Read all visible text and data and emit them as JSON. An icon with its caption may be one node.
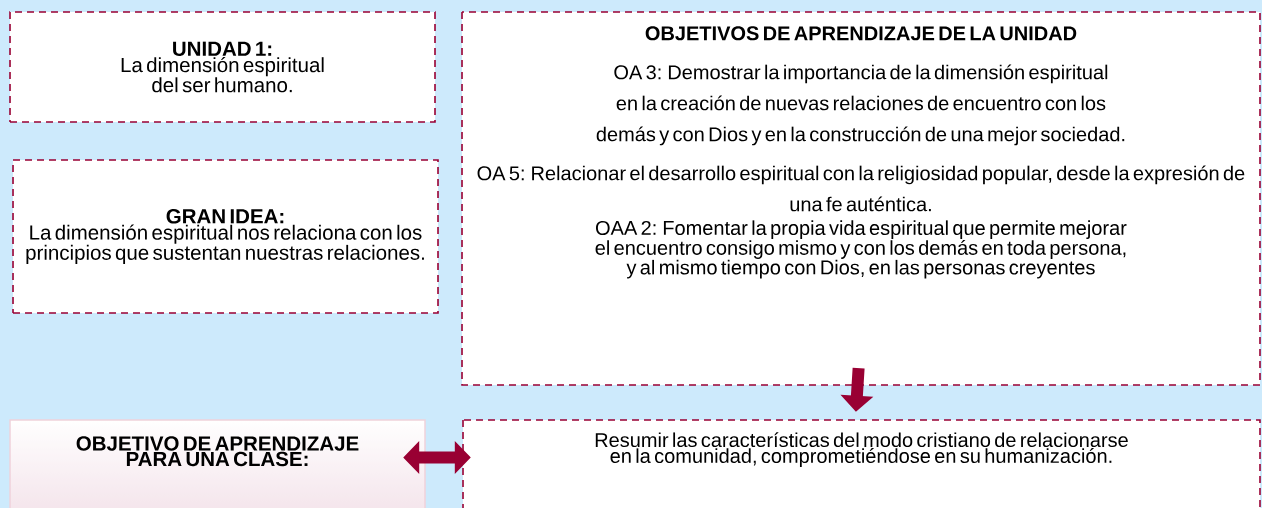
{
  "diagram": {
    "nodes": [
      {
        "text": [
          "UNIDAD 1:",
          "La dimensión espiritual del ser humano."
        ]
      },
      {
        "text": [
          "GRAN IDEA:",
          "La dimensión espiritual nos relaciona con los principios que sustentan nuestras relaciones."
        ]
      },
      {
        "text": [
          "OBJETIVOS DE APRENDIZAJE DE LA UNIDAD",
          "OA 3: Demostrar la importancia de la dimensión espiritual en la creación de nuevas relaciones de encuentro con los demás y con Dios y en la construcción de una mejor sociedad.",
          "OA 5: Relacionar el desarrollo espiritual con la religiosidad popular, desde la expresión de una fe auténtica.",
          "OAA 2: Fomentar la propia vida espiritual que permite mejorar el encuentro consigo mismo y con los demás en toda persona, y al mismo tiempo con Dios, en las personas creyentes"
        ]
      },
      {
        "text": [
          "OBJETIVO DE APRENDIZAJE PARA UNA CLASE:"
        ]
      },
      {
        "text": [
          "Resumir las características del modo cristiano de relacionarse en la comunidad, comprometiéndose en su humanización."
        ]
      }
    ],
    "edges": [
      {
        "from": 2,
        "to": 4,
        "arrow": "to"
      },
      {
        "from": 3,
        "to": 4,
        "arrow": "both"
      }
    ]
  }
}
